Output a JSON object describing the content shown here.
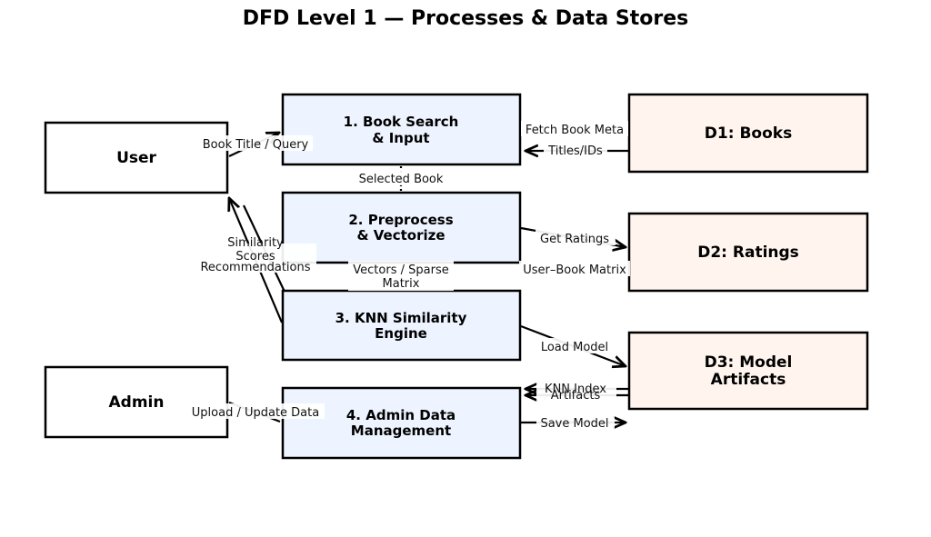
{
  "title": "DFD Level 1 — Processes & Data Stores",
  "colors": {
    "process_fill": "#eef4ff",
    "store_fill": "#fff5ee",
    "entity_fill": "#ffffff",
    "stroke": "#000000"
  },
  "entities": {
    "user": "User",
    "admin": "Admin"
  },
  "processes": {
    "p1": [
      "1. Book Search",
      "& Input"
    ],
    "p2": [
      "2. Preprocess",
      "& Vectorize"
    ],
    "p3": [
      "3. KNN Similarity",
      "Engine"
    ],
    "p4": [
      "4. Admin Data",
      "Management"
    ]
  },
  "stores": {
    "d1": [
      "D1: Books"
    ],
    "d2": [
      "D2: Ratings"
    ],
    "d3": [
      "D3: Model",
      "Artifacts"
    ]
  },
  "flows": {
    "book_title_query": "Book Title / Query",
    "fetch_book_meta": "Fetch Book Meta",
    "titles_ids": "Titles/IDs",
    "selected_book": "Selected Book",
    "get_ratings": "Get Ratings",
    "user_book_matrix": "User–Book Matrix",
    "vectors_sparse": [
      "Vectors / Sparse",
      "Matrix"
    ],
    "similarity_scores": [
      "Similarity",
      "Scores"
    ],
    "recommendations": "Recommendations",
    "load_model": "Load Model",
    "knn_index": "KNN Index",
    "artifacts": "Artifacts",
    "upload_update": "Upload / Update Data",
    "save_model": "Save Model"
  }
}
